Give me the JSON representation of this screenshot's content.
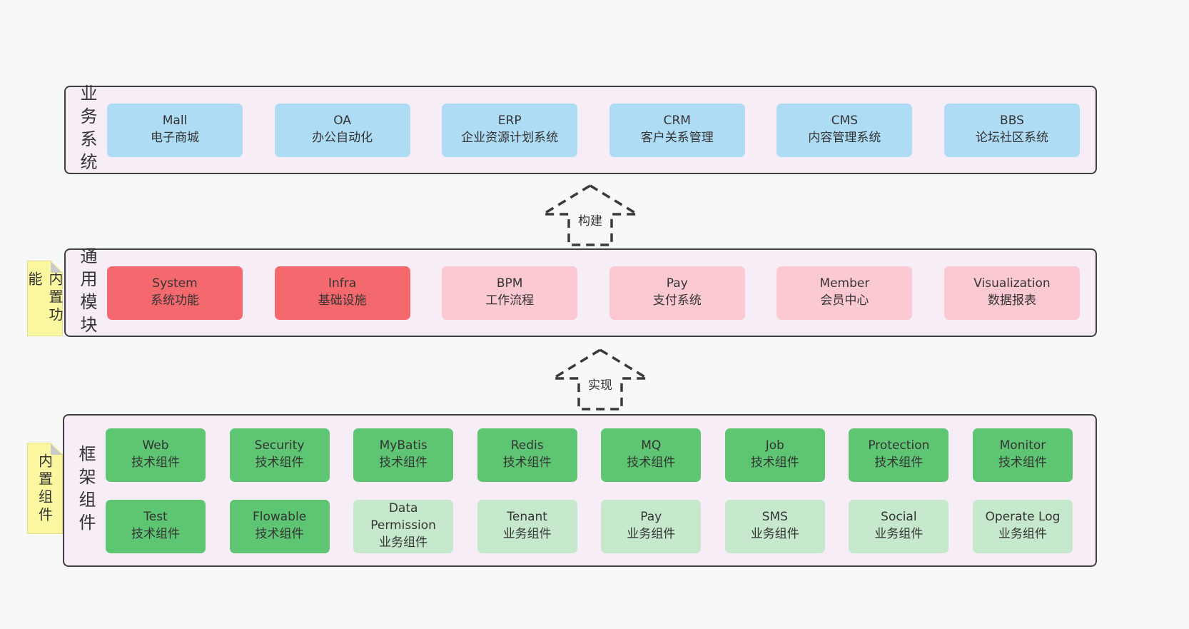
{
  "page": {
    "background": "#f8f8f8"
  },
  "colors": {
    "layer_background": "#f7edf6",
    "layer_border": "#3f3f3f",
    "blue_box": "#aedcf5",
    "red_box": "#f4696e",
    "pink_box": "#fbc9d1",
    "green_box": "#5ec573",
    "light_green_box": "#c6e9cd",
    "sticky_note": "#fbf7a0",
    "note_fold": "#c9c9c9",
    "text": "#343434"
  },
  "arrows": [
    {
      "label": "构建"
    },
    {
      "label": "实现"
    }
  ],
  "layers": [
    {
      "label": "业务系统",
      "items": [
        {
          "name": "Mall",
          "subtitle": "电子商城"
        },
        {
          "name": "OA",
          "subtitle": "办公自动化"
        },
        {
          "name": "ERP",
          "subtitle": "企业资源计划系统"
        },
        {
          "name": "CRM",
          "subtitle": "客户关系管理"
        },
        {
          "name": "CMS",
          "subtitle": "内容管理系统"
        },
        {
          "name": "BBS",
          "subtitle": "论坛社区系统"
        }
      ]
    },
    {
      "label": "通用模块",
      "note": "内置功能",
      "items": [
        {
          "name": "System",
          "subtitle": "系统功能",
          "color": "#f4696e"
        },
        {
          "name": "Infra",
          "subtitle": "基础设施",
          "color": "#f4696e"
        },
        {
          "name": "BPM",
          "subtitle": "工作流程",
          "color": "#fbc9d1"
        },
        {
          "name": "Pay",
          "subtitle": "支付系统",
          "color": "#fbc9d1"
        },
        {
          "name": "Member",
          "subtitle": "会员中心",
          "color": "#fbc9d1"
        },
        {
          "name": "Visualization",
          "subtitle": "数据报表",
          "color": "#fbc9d1"
        }
      ]
    },
    {
      "label": "框架组件",
      "note": "内置组件",
      "rows": [
        [
          {
            "name": "Web",
            "subtitle": "技术组件",
            "color": "#5ec573"
          },
          {
            "name": "Security",
            "subtitle": "技术组件",
            "color": "#5ec573"
          },
          {
            "name": "MyBatis",
            "subtitle": "技术组件",
            "color": "#5ec573"
          },
          {
            "name": "Redis",
            "subtitle": "技术组件",
            "color": "#5ec573"
          },
          {
            "name": "MQ",
            "subtitle": "技术组件",
            "color": "#5ec573"
          },
          {
            "name": "Job",
            "subtitle": "技术组件",
            "color": "#5ec573"
          },
          {
            "name": "Protection",
            "subtitle": "技术组件",
            "color": "#5ec573"
          },
          {
            "name": "Monitor",
            "subtitle": "技术组件",
            "color": "#5ec573"
          }
        ],
        [
          {
            "name": "Test",
            "subtitle": "技术组件",
            "color": "#5ec573"
          },
          {
            "name": "Flowable",
            "subtitle": "技术组件",
            "color": "#5ec573"
          },
          {
            "name": "Data Permission",
            "subtitle": "业务组件",
            "color": "#c6e9cd"
          },
          {
            "name": "Tenant",
            "subtitle": "业务组件",
            "color": "#c6e9cd"
          },
          {
            "name": "Pay",
            "subtitle": "业务组件",
            "color": "#c6e9cd"
          },
          {
            "name": "SMS",
            "subtitle": "业务组件",
            "color": "#c6e9cd"
          },
          {
            "name": "Social",
            "subtitle": "业务组件",
            "color": "#c6e9cd"
          },
          {
            "name": "Operate Log",
            "subtitle": "业务组件",
            "color": "#c6e9cd"
          }
        ]
      ]
    }
  ]
}
